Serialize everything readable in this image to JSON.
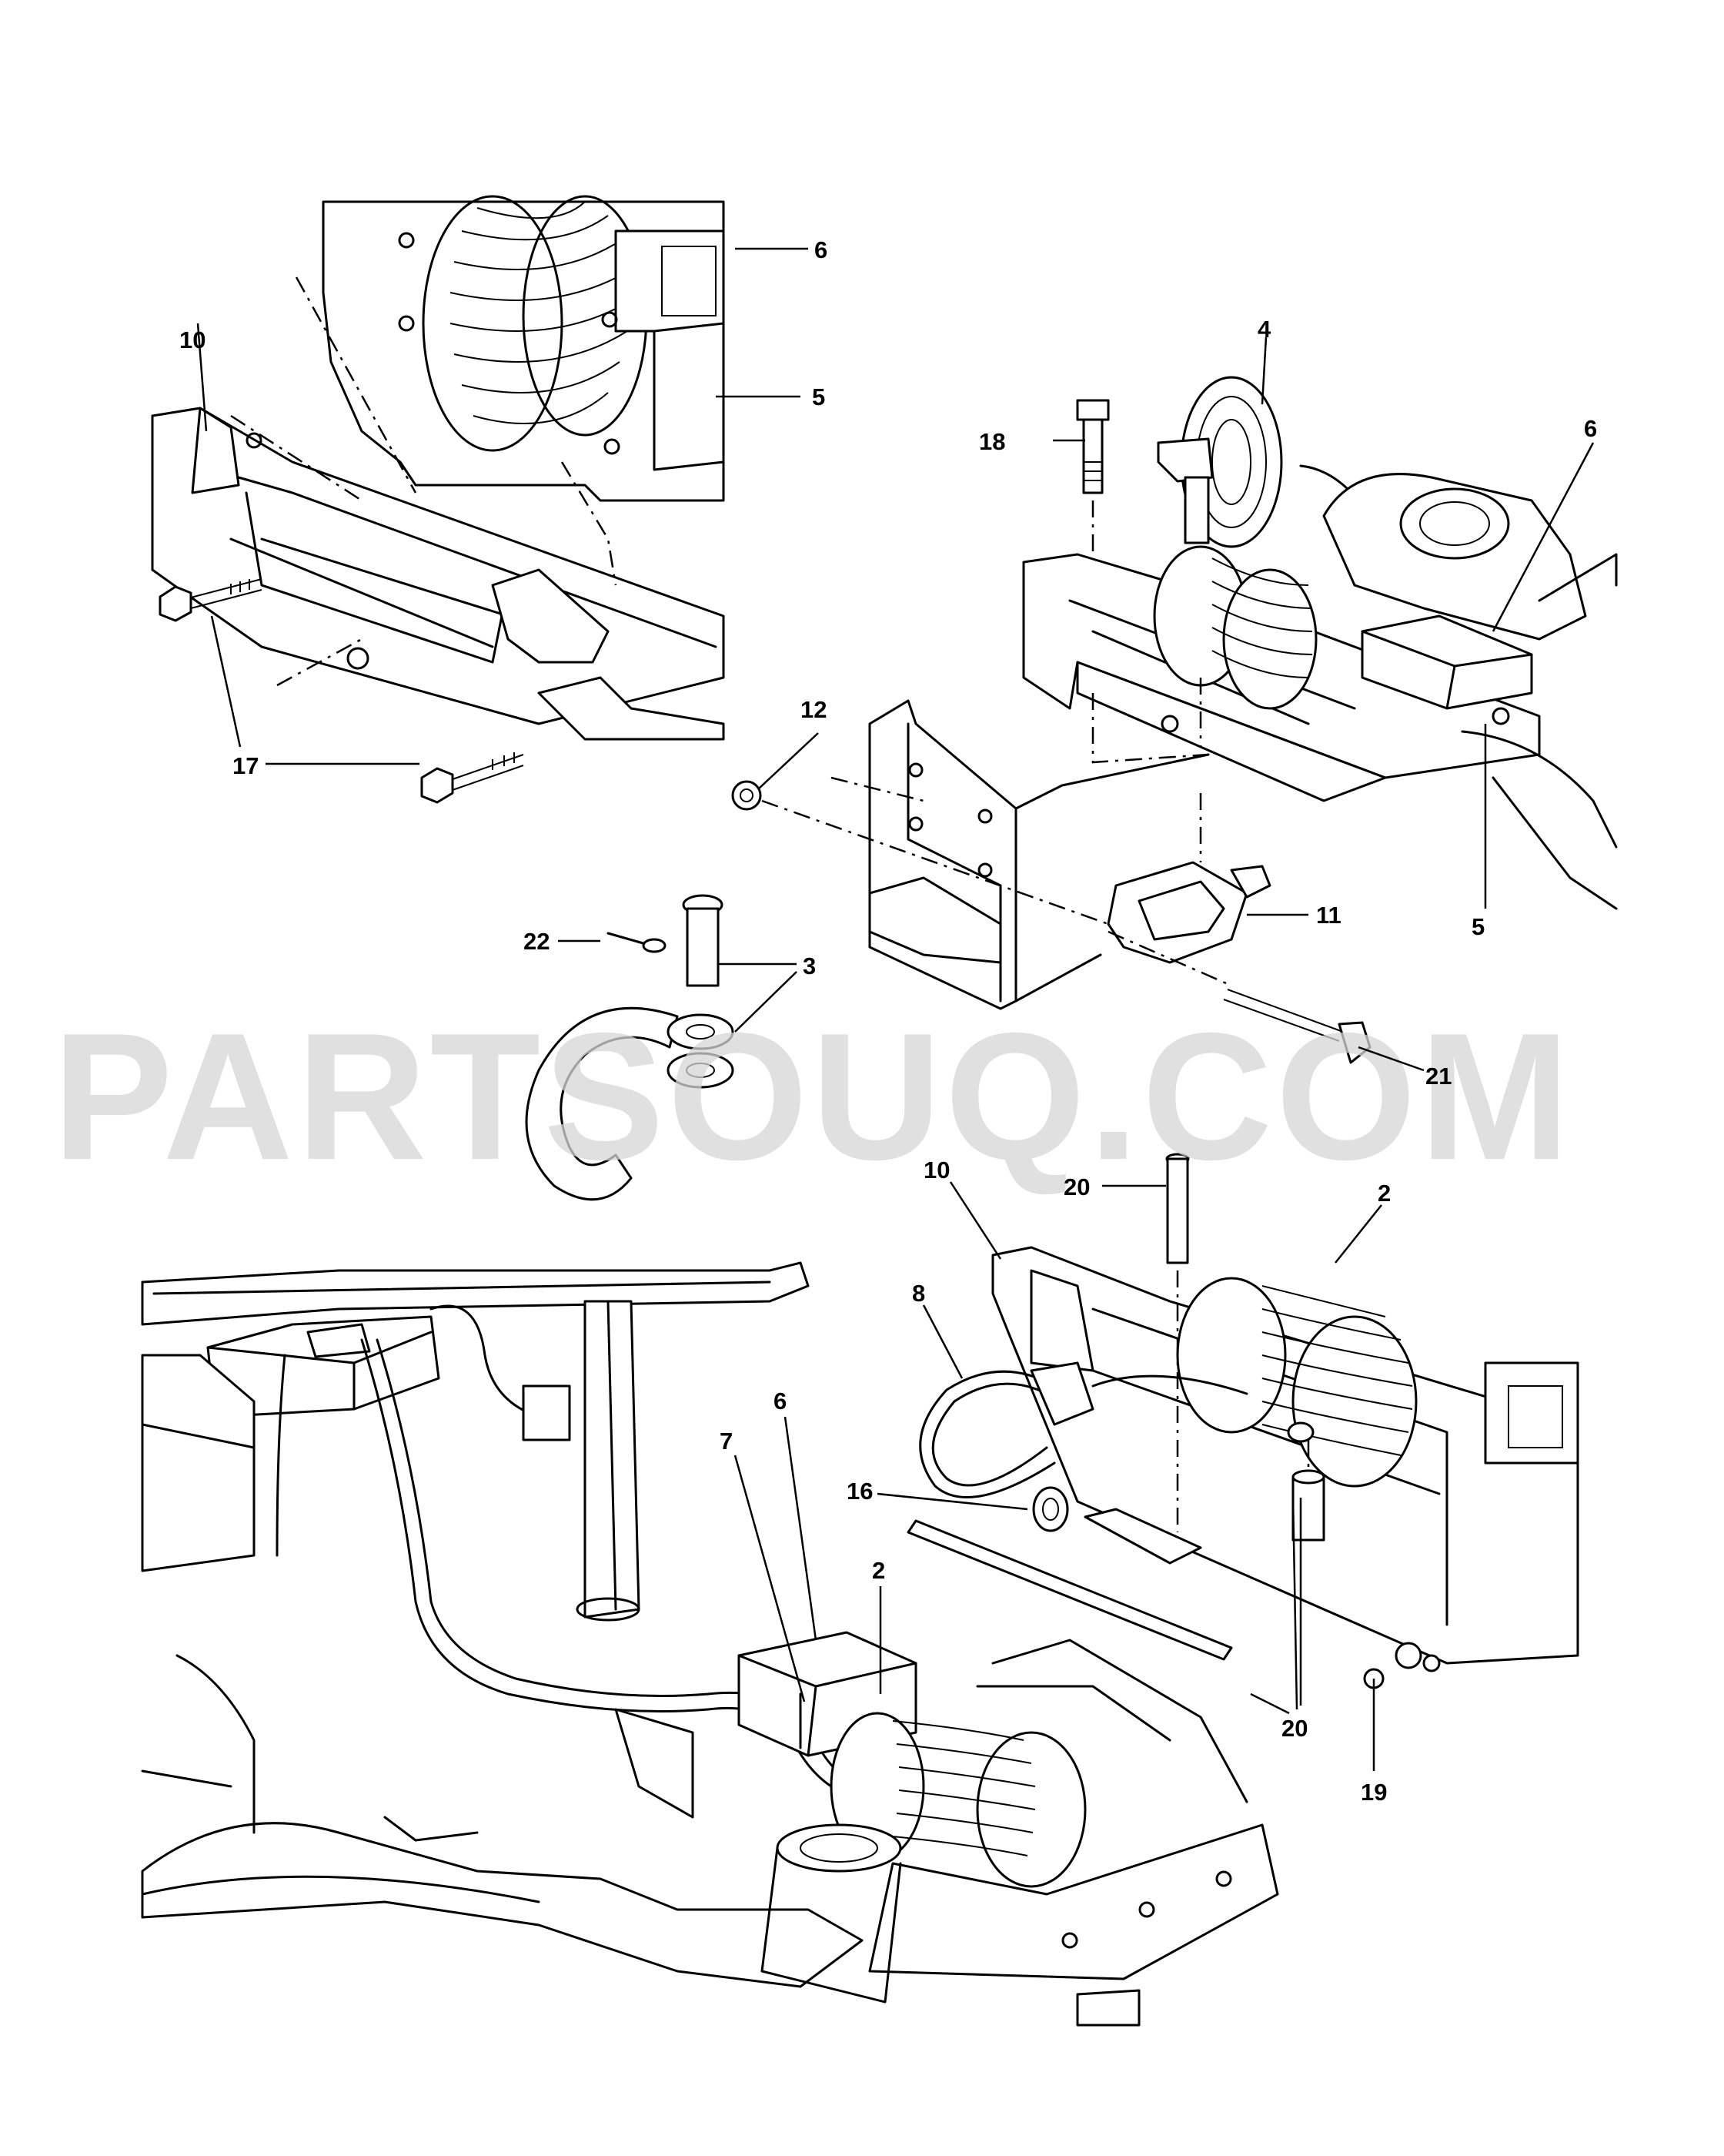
{
  "diagram": {
    "watermark": "PARTSOUQ.COM",
    "callouts": [
      {
        "id": "c-6-a",
        "text": "6"
      },
      {
        "id": "c-5-a",
        "text": "5"
      },
      {
        "id": "c-10-a",
        "text": "10"
      },
      {
        "id": "c-17",
        "text": "17"
      },
      {
        "id": "c-4",
        "text": "4"
      },
      {
        "id": "c-18",
        "text": "18"
      },
      {
        "id": "c-6-b",
        "text": "6"
      },
      {
        "id": "c-12",
        "text": "12"
      },
      {
        "id": "c-11",
        "text": "11"
      },
      {
        "id": "c-5-b",
        "text": "5"
      },
      {
        "id": "c-22",
        "text": "22"
      },
      {
        "id": "c-3",
        "text": "3"
      },
      {
        "id": "c-21",
        "text": "21"
      },
      {
        "id": "c-20-a",
        "text": "20"
      },
      {
        "id": "c-2-a",
        "text": "2"
      },
      {
        "id": "c-10-b",
        "text": "10"
      },
      {
        "id": "c-8",
        "text": "8"
      },
      {
        "id": "c-16",
        "text": "16"
      },
      {
        "id": "c-20-b",
        "text": "20"
      },
      {
        "id": "c-19",
        "text": "19"
      },
      {
        "id": "c-7",
        "text": "7"
      },
      {
        "id": "c-6-c",
        "text": "6"
      },
      {
        "id": "c-2-b",
        "text": "2"
      }
    ]
  }
}
